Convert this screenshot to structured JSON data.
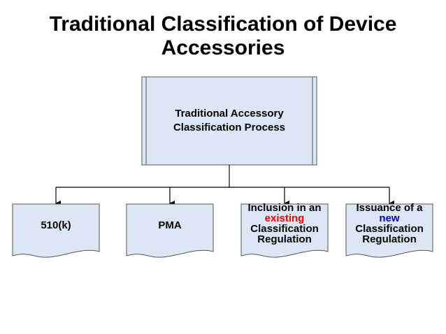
{
  "title": {
    "line1": "Traditional Classification of Device",
    "line2": "Accessories"
  },
  "root": {
    "line1": "Traditional Accessory",
    "line2": "Classification Process"
  },
  "leaves": [
    {
      "line1": "510(k)"
    },
    {
      "line1": "PMA"
    },
    {
      "line1": "Inclusion in an",
      "line2": "existing",
      "line3": "Classification",
      "line4": "Regulation"
    },
    {
      "line1": "Issuance of a",
      "line2": "new",
      "line3": "Classification",
      "line4": "Regulation"
    }
  ],
  "colors": {
    "box_fill": "#dde6f4",
    "box_stroke": "#555555",
    "connector": "#000000",
    "existing_highlight": "#ff0000",
    "new_highlight": "#0000cc"
  }
}
